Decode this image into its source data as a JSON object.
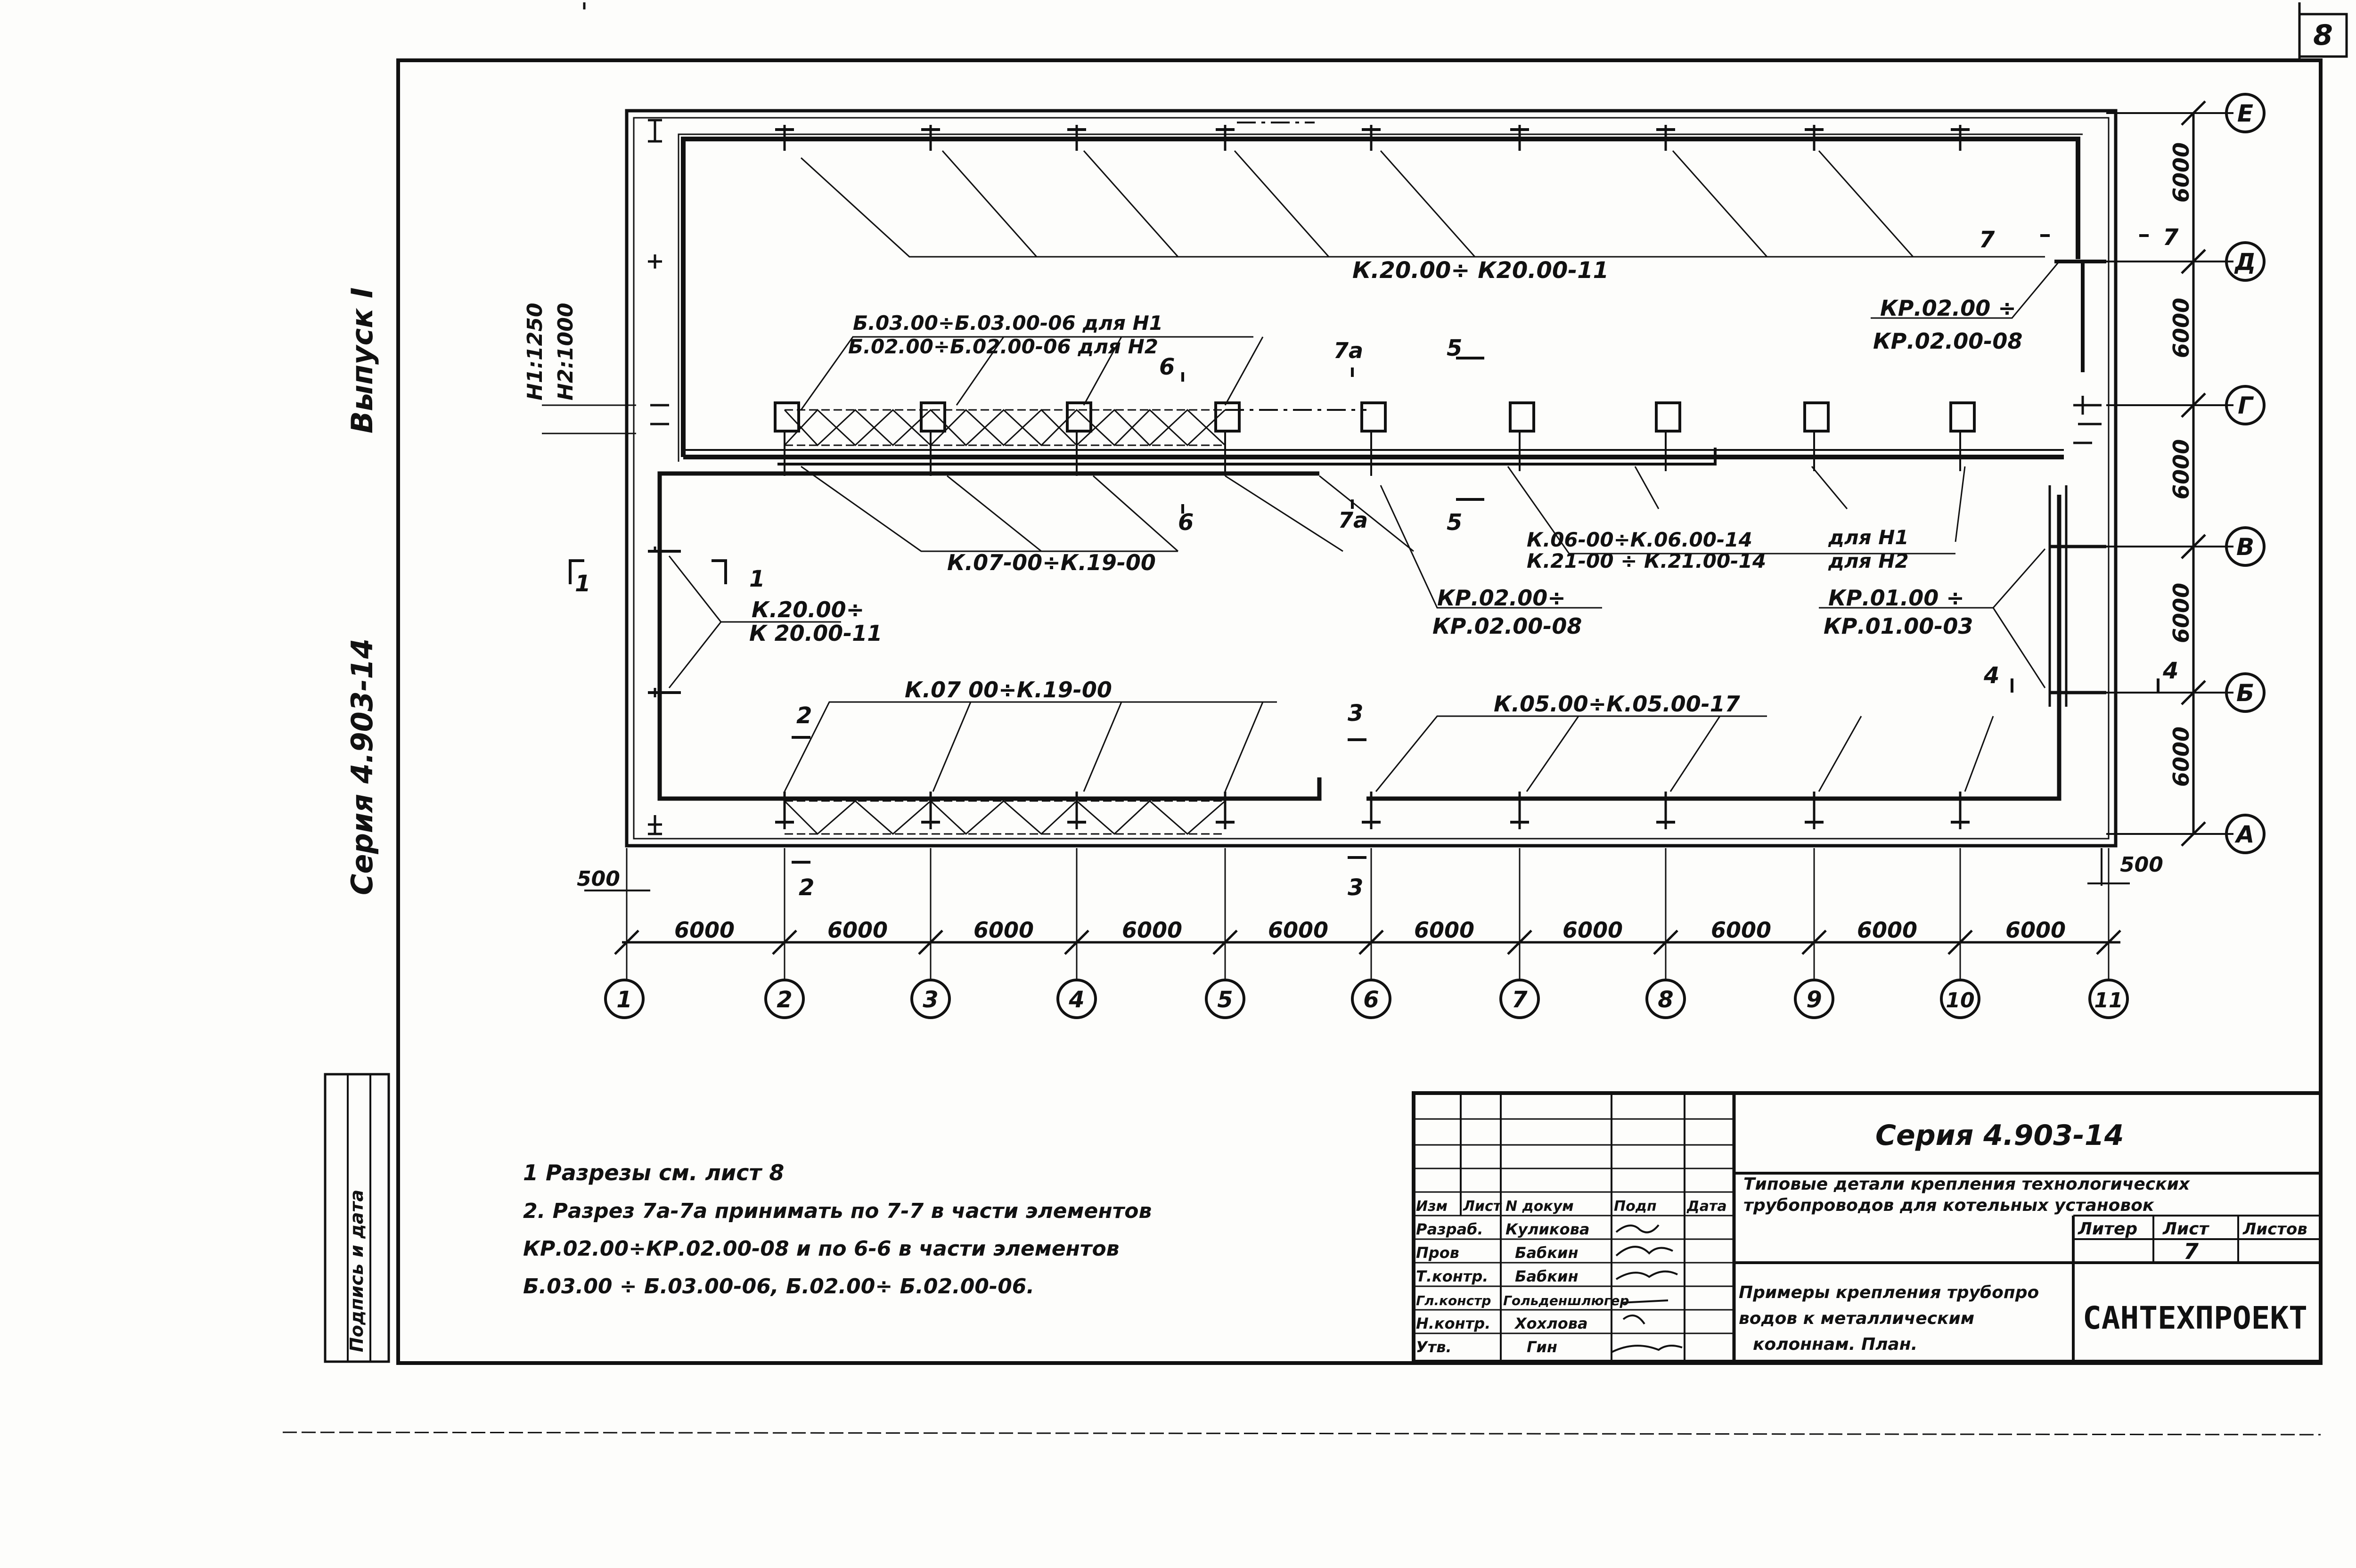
{
  "sheet_corner_number": "8",
  "side_text": {
    "series": "Серия 4.903-14",
    "issue": "Выпуск I"
  },
  "heights": {
    "h1": "H1:1250",
    "h2": "H2:1000"
  },
  "bays": {
    "spacing": "6000",
    "end_offset": "500",
    "column_axes": [
      "1",
      "2",
      "3",
      "4",
      "5",
      "6",
      "7",
      "8",
      "9",
      "10",
      "11"
    ],
    "row_axes": [
      "Е",
      "Д",
      "Г",
      "В",
      "Б",
      "А"
    ]
  },
  "element_labels": {
    "k20_top": "К.20.00÷ К20.00-11",
    "kr02_right_a": "КР.02.00 ÷",
    "kr02_right_b": "КР.02.00-08",
    "b03": "Б.03.00÷Б.03.00-06 для H1",
    "b02": "Б.02.00÷Б.02.00-06 для H2",
    "k07_mid": "К.07-00÷К.19-00",
    "k06_a": "К.06-00÷К.06.00-14",
    "k06_b": "К.21-00 ÷ К.21.00-14",
    "for_h1": "для H1",
    "for_h2": "для H2",
    "kr02_mid_a": "КР.02.00÷",
    "kr02_mid_b": "КР.02.00-08",
    "kr01_a": "КР.01.00 ÷",
    "kr01_b": "КР.01.00-03",
    "k20_left_a": "К.20.00÷",
    "k20_left_b": "К 20.00-11",
    "k07_bottom": "К.07 00÷К.19-00",
    "k05": "К.05.00÷К.05.00-17"
  },
  "section_marks": [
    "1",
    "2",
    "3",
    "4",
    "5",
    "6",
    "7",
    "7а"
  ],
  "notes": {
    "n1": "1 Разрезы см. лист 8",
    "n2_line1": "2. Разрез 7а-7а принимать по 7-7 в части элементов",
    "n2_line2": "КР.02.00÷КР.02.00-08  и  по 6-6 в части элементов",
    "n2_line3": "Б.03.00 ÷ Б.03.00-06, Б.02.00÷ Б.02.00-06."
  },
  "title_block": {
    "series": "Серия 4.903-14",
    "title_line1": "Типовые детали крепления технологических",
    "title_line2": "трубопроводов для котельных установок",
    "sheet_title_line1": "Примеры крепления трубопро",
    "sheet_title_line2": "водов к металлическим",
    "sheet_title_line3": "колоннам. План.",
    "col_headers": [
      "Изм",
      "Лист",
      "N докум",
      "Подп",
      "Дата"
    ],
    "roles": [
      "Разраб.",
      "Пров",
      "Т.контр.",
      "Гл.констр",
      "Н.контр.",
      "Утв."
    ],
    "names": [
      "Куликова",
      "Бабкин",
      "Бабкин",
      "Гольденшлюгер",
      "Хохлова",
      "Гин"
    ],
    "liter_label": "Литер",
    "sheet_label": "Лист",
    "sheets_label": "Листов",
    "sheet_number": "7",
    "organization": "САНТЕХПРОЕКТ"
  },
  "stamp_left": "Подпись и дата"
}
